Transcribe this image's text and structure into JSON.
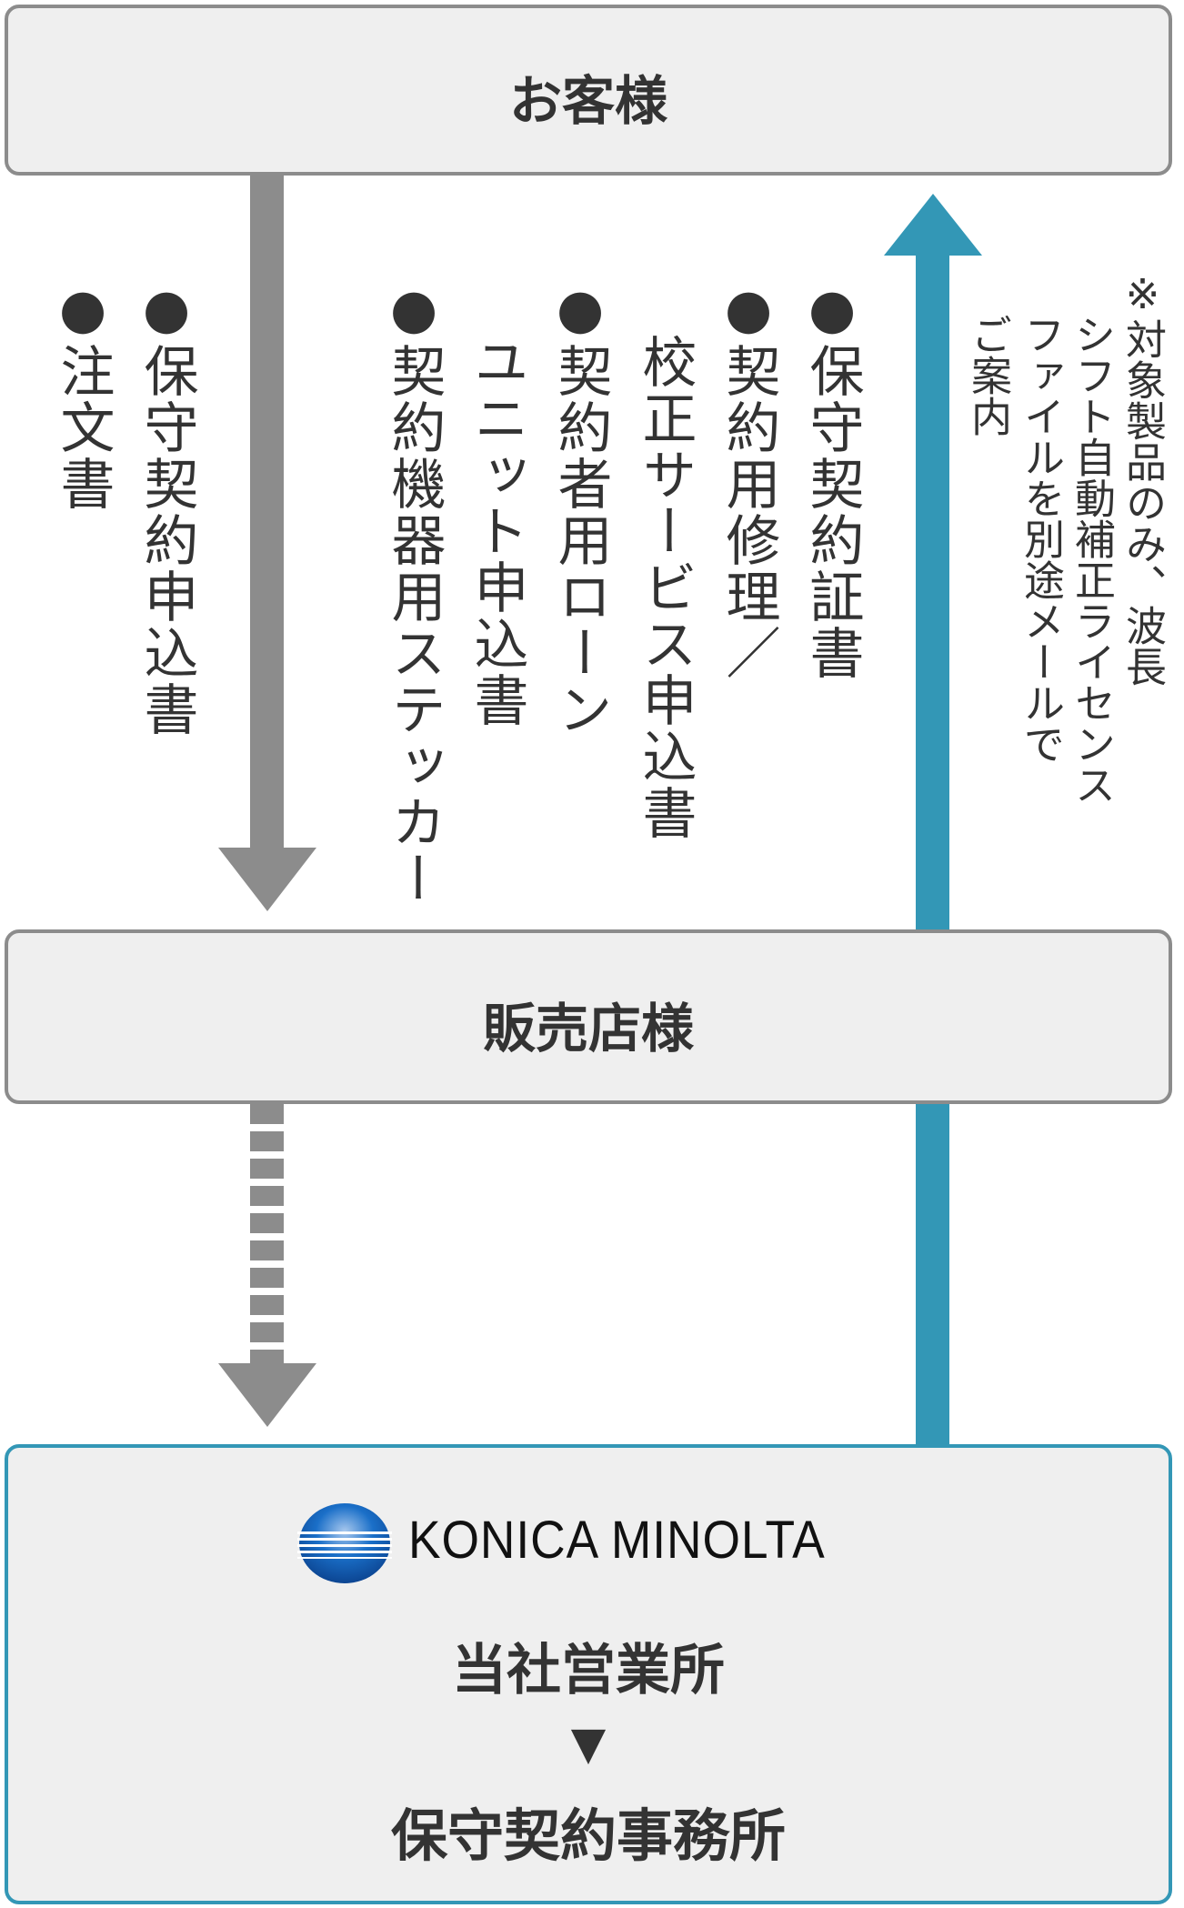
{
  "customer_box": {
    "title": "お客様"
  },
  "dealer_box": {
    "title": "販売店様"
  },
  "konica_box": {
    "logo_text": "KONICA MINOLTA",
    "office": "当社営業所",
    "arrow": "▼",
    "contract_office": "保守契約事務所"
  },
  "upward_items": [
    "●保守契約証書",
    "●契約用修理／",
    "校正サービス申込書",
    "●契約者用ローン",
    "ユニット申込書",
    "●契約機器用ステッカー"
  ],
  "downward_items": [
    "●保守契約申込書",
    "●注文書"
  ],
  "note_lines": [
    "※対象製品のみ、波長",
    "シフト自動補正ライセンス",
    "ファイルを別途メールで",
    "ご案内"
  ],
  "colors": {
    "gray_arrow": "#8c8c8c",
    "blue_arrow": "#3397b6",
    "box_fill": "#efefef"
  }
}
